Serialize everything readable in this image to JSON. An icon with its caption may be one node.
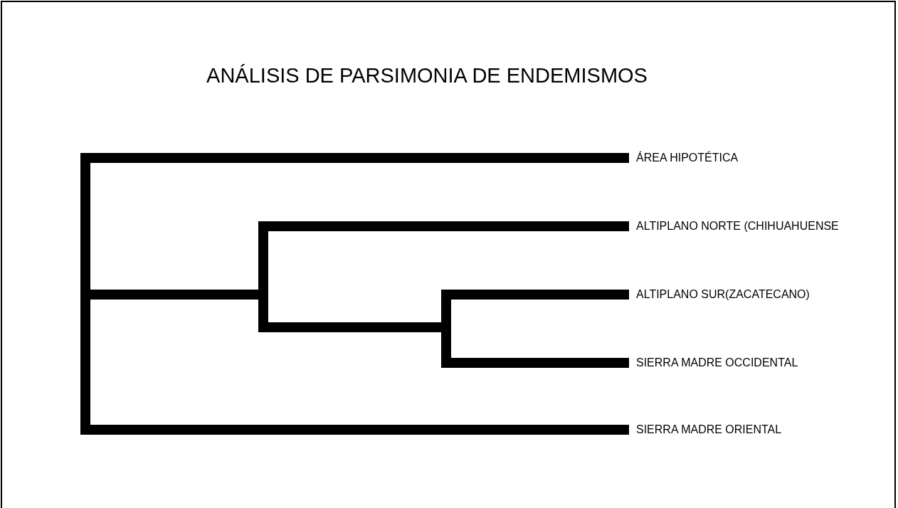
{
  "diagram": {
    "title": "ANÁLISIS DE PARSIMONIA DE ENDEMISMOS",
    "nodes": [
      {
        "text": [
          "ÁREA HIPOTÉTICA"
        ]
      },
      {
        "text": [
          "ALTIPLANO NORTE (CHIHUAHUENSE"
        ]
      },
      {
        "text": [
          "ALTIPLANO SUR(ZACATECANO)"
        ]
      },
      {
        "text": [
          "SIERRA MADRE OCCIDENTAL"
        ]
      },
      {
        "text": [
          "SIERRA MADRE ORIENTAL"
        ]
      }
    ],
    "edges": [
      {
        "from": null,
        "to": 0,
        "arrow": "none"
      },
      {
        "from": null,
        "to": 1,
        "arrow": "none"
      },
      {
        "from": null,
        "to": 2,
        "arrow": "none"
      },
      {
        "from": null,
        "to": 3,
        "arrow": "none"
      },
      {
        "from": null,
        "to": 4,
        "arrow": "none"
      }
    ]
  }
}
